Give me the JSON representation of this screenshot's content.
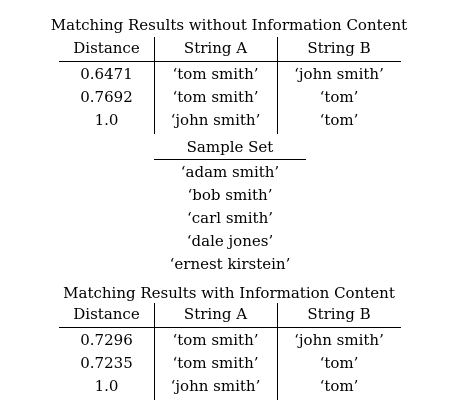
{
  "table1": {
    "caption": "Matching Results without Information Content",
    "headers": [
      "Distance",
      "String A",
      "String B"
    ],
    "rows": [
      [
        "0.6471",
        "‘tom smith’",
        "‘john smith’"
      ],
      [
        "0.7692",
        "‘tom smith’",
        "‘tom’"
      ],
      [
        "1.0",
        "‘john smith’",
        "‘tom’"
      ]
    ]
  },
  "sample_set": {
    "header": "Sample Set",
    "items": [
      "‘adam smith’",
      "‘bob smith’",
      "‘carl smith’",
      "‘dale jones’",
      "‘ernest kirstein’"
    ]
  },
  "table2": {
    "caption": "Matching Results with Information Content",
    "headers": [
      "Distance",
      "String A",
      "String B"
    ],
    "rows": [
      [
        "0.7296",
        "‘tom smith’",
        "‘john smith’"
      ],
      [
        "0.7235",
        "‘tom smith’",
        "‘tom’"
      ],
      [
        "1.0",
        "‘john smith’",
        "‘tom’"
      ]
    ]
  }
}
